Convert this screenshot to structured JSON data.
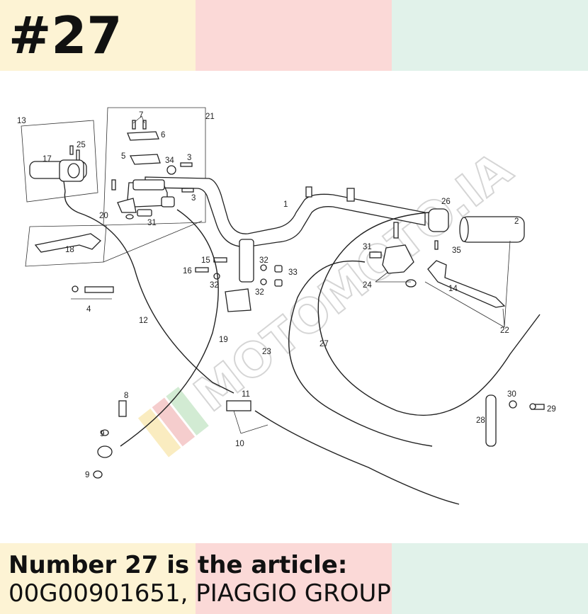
{
  "header": {
    "number_title": "#27"
  },
  "footer": {
    "line1": "Number 27 is the article:",
    "line2": "00G00901651, PIAGGIO GROUP"
  },
  "watermark": {
    "text": "MOTOMOTO.IA"
  },
  "diagram": {
    "labels": {
      "l1": "1",
      "l2": "2",
      "l3a": "3",
      "l3b": "3",
      "l4": "4",
      "l5": "5",
      "l6": "6",
      "l7": "7",
      "l8": "8",
      "l9a": "9",
      "l9b": "9",
      "l10": "10",
      "l11": "11",
      "l12": "12",
      "l13": "13",
      "l14": "14",
      "l15": "15",
      "l16": "16",
      "l17": "17",
      "l18": "18",
      "l19": "19",
      "l20": "20",
      "l21": "21",
      "l22": "22",
      "l23": "23",
      "l24": "24",
      "l25": "25",
      "l26": "26",
      "l27": "27",
      "l28": "28",
      "l29": "29",
      "l30": "30",
      "l31a": "31",
      "l31b": "31",
      "l32a": "32",
      "l32b": "32",
      "l32c": "32",
      "l33": "33",
      "l34": "34",
      "l35": "35"
    }
  },
  "colors": {
    "band_yellow": "#fdf3d4",
    "band_pink": "#fbd9d7",
    "band_green": "#e1f2ea"
  }
}
